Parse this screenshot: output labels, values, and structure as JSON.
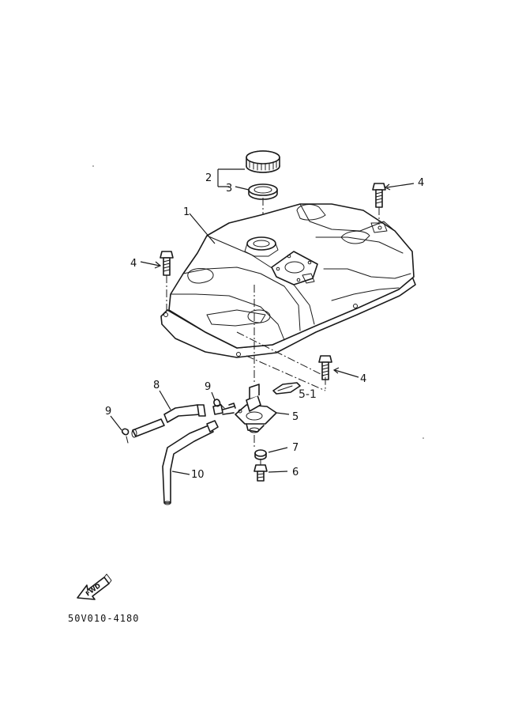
{
  "labels": {
    "tank": "1",
    "cap": "2",
    "gasket": "3",
    "bolt_top_right": "4",
    "bolt_left": "4",
    "bolt_lower": "4",
    "fuel_cock": "5",
    "fuel_cock_plate": "5-1",
    "bolt_cock": "6",
    "washer": "7",
    "hose": "8",
    "clip_upper": "9",
    "clip_left": "9",
    "pipe": "10"
  },
  "arrow_text": "FWD",
  "diagram_code": "50V010-4180"
}
